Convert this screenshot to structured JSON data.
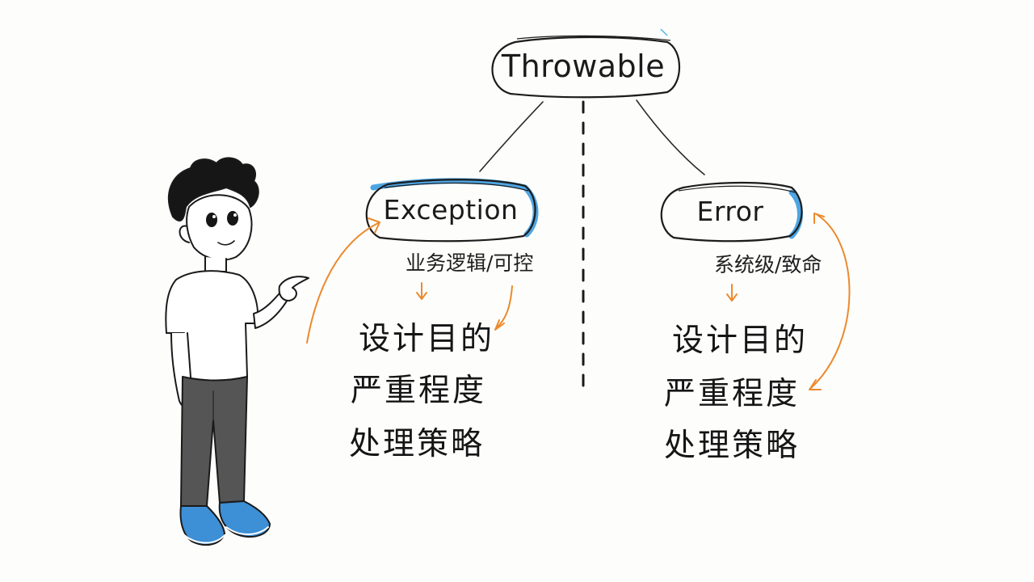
{
  "diagram": {
    "root": {
      "label": "Throwable"
    },
    "branches": [
      {
        "label": "Exception",
        "note": "业务逻辑/可控",
        "aspects": [
          "设计目的",
          "严重程度",
          "处理策略"
        ]
      },
      {
        "label": "Error",
        "note": "系统级/致命",
        "aspects": [
          "设计目的",
          "严重程度",
          "处理策略"
        ]
      }
    ],
    "colors": {
      "ink": "#1c1c1c",
      "highlight": "#3a9be0",
      "arrow": "#ec8a2c",
      "shoe": "#3d8fd6"
    }
  }
}
